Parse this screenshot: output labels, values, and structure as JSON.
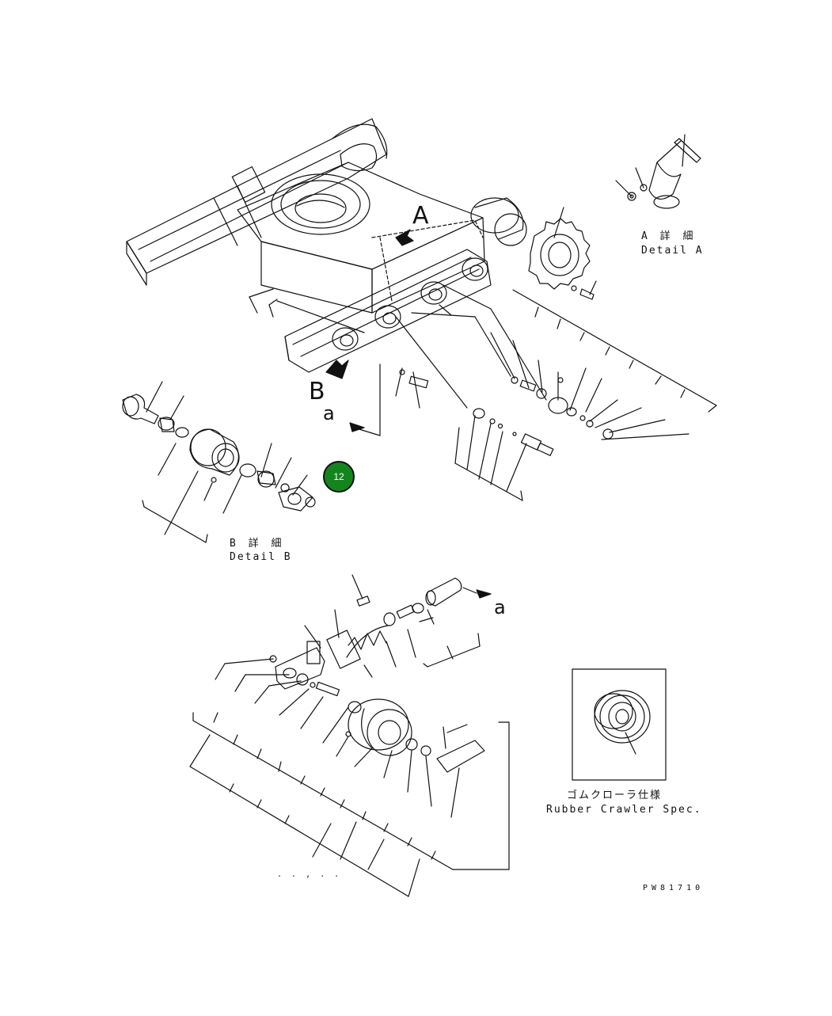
{
  "view_letters": {
    "a_upper": "A",
    "b_upper": "B",
    "a_lower_1": "a",
    "a_lower_2": "a"
  },
  "detail_a": {
    "jp": "A 詳 細",
    "en": "Detail A"
  },
  "detail_b": {
    "jp": "B 詳 細",
    "en": "Detail B"
  },
  "rubber": {
    "jp": "ゴムクローラ仕様",
    "en": "Rubber Crawler Spec."
  },
  "drawing_code": "PW81710",
  "callout": {
    "number": "12",
    "color": "#14851e"
  },
  "footer_marks": ". . , . ."
}
